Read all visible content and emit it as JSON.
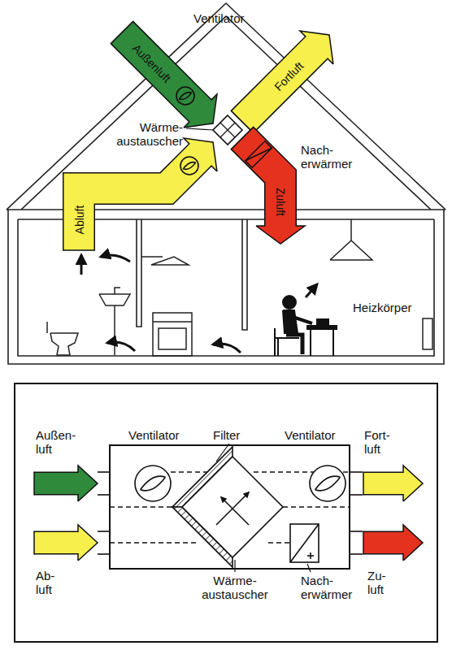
{
  "diagram": {
    "nodes": [
      {
        "text": [
          "Außenluft"
        ]
      },
      {
        "text": [
          "Fortluft"
        ]
      },
      {
        "text": [
          "Abluft"
        ]
      },
      {
        "text": [
          "Zuluft"
        ]
      }
    ],
    "labels": [
      "Ventilator",
      "Wärme- austauscher",
      "Nach- erwärmer",
      "Heizkörper",
      "Außen- luft",
      "Ventilator",
      "Filter",
      "Ventilator",
      "Fort- luft",
      "Ab- luft",
      "Wärme- austauscher",
      "Nach- erwärmer",
      "Zu- luft"
    ]
  }
}
